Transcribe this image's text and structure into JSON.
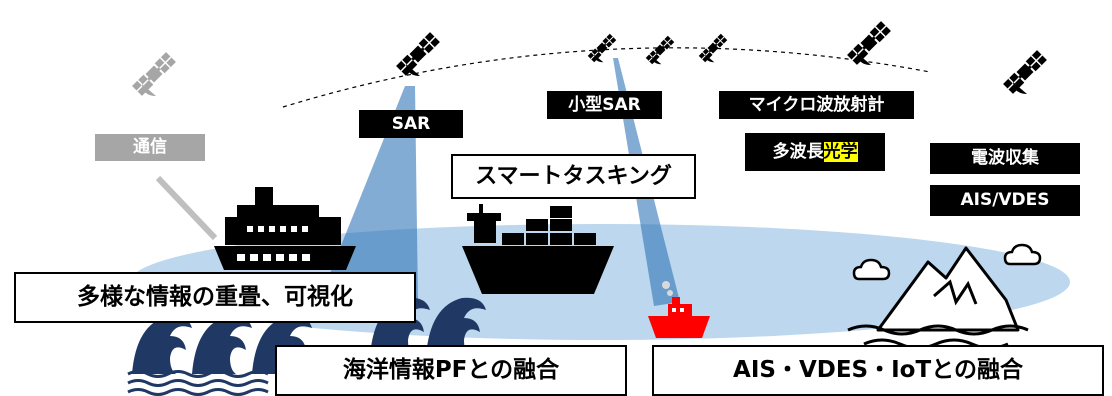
{
  "satellites": {
    "comm": {
      "label": "通信",
      "color": "#a6a6a6"
    },
    "sar": {
      "label": "SAR"
    },
    "small_sar": {
      "label": "小型SAR"
    },
    "microwave": {
      "label": "マイクロ波放射計"
    },
    "multiband": {
      "label_main": "多波長",
      "label_highlight": "光学",
      "highlight_color": "#ffff00"
    },
    "radio": {
      "label": "電波収集"
    },
    "ais": {
      "label": "AIS/VDES"
    }
  },
  "features": {
    "smart_tasking": "スマートタスキング",
    "overlay": "多様な情報の重畳、可視化",
    "ocean_pf": "海洋情報PFとの融合",
    "ais_iot": "AIS・VDES・IoTとの融合"
  },
  "colors": {
    "sea": "#bdd7ee",
    "beam": "#2e75b6",
    "wave": "#1f3864",
    "small_ship": "#ff0000",
    "text_dark": "#000000"
  },
  "icons": [
    "satellite-icon",
    "cruise-ship-icon",
    "cargo-ship-icon",
    "small-boat-icon",
    "iceberg-icon",
    "cloud-icon",
    "wave-icon"
  ]
}
